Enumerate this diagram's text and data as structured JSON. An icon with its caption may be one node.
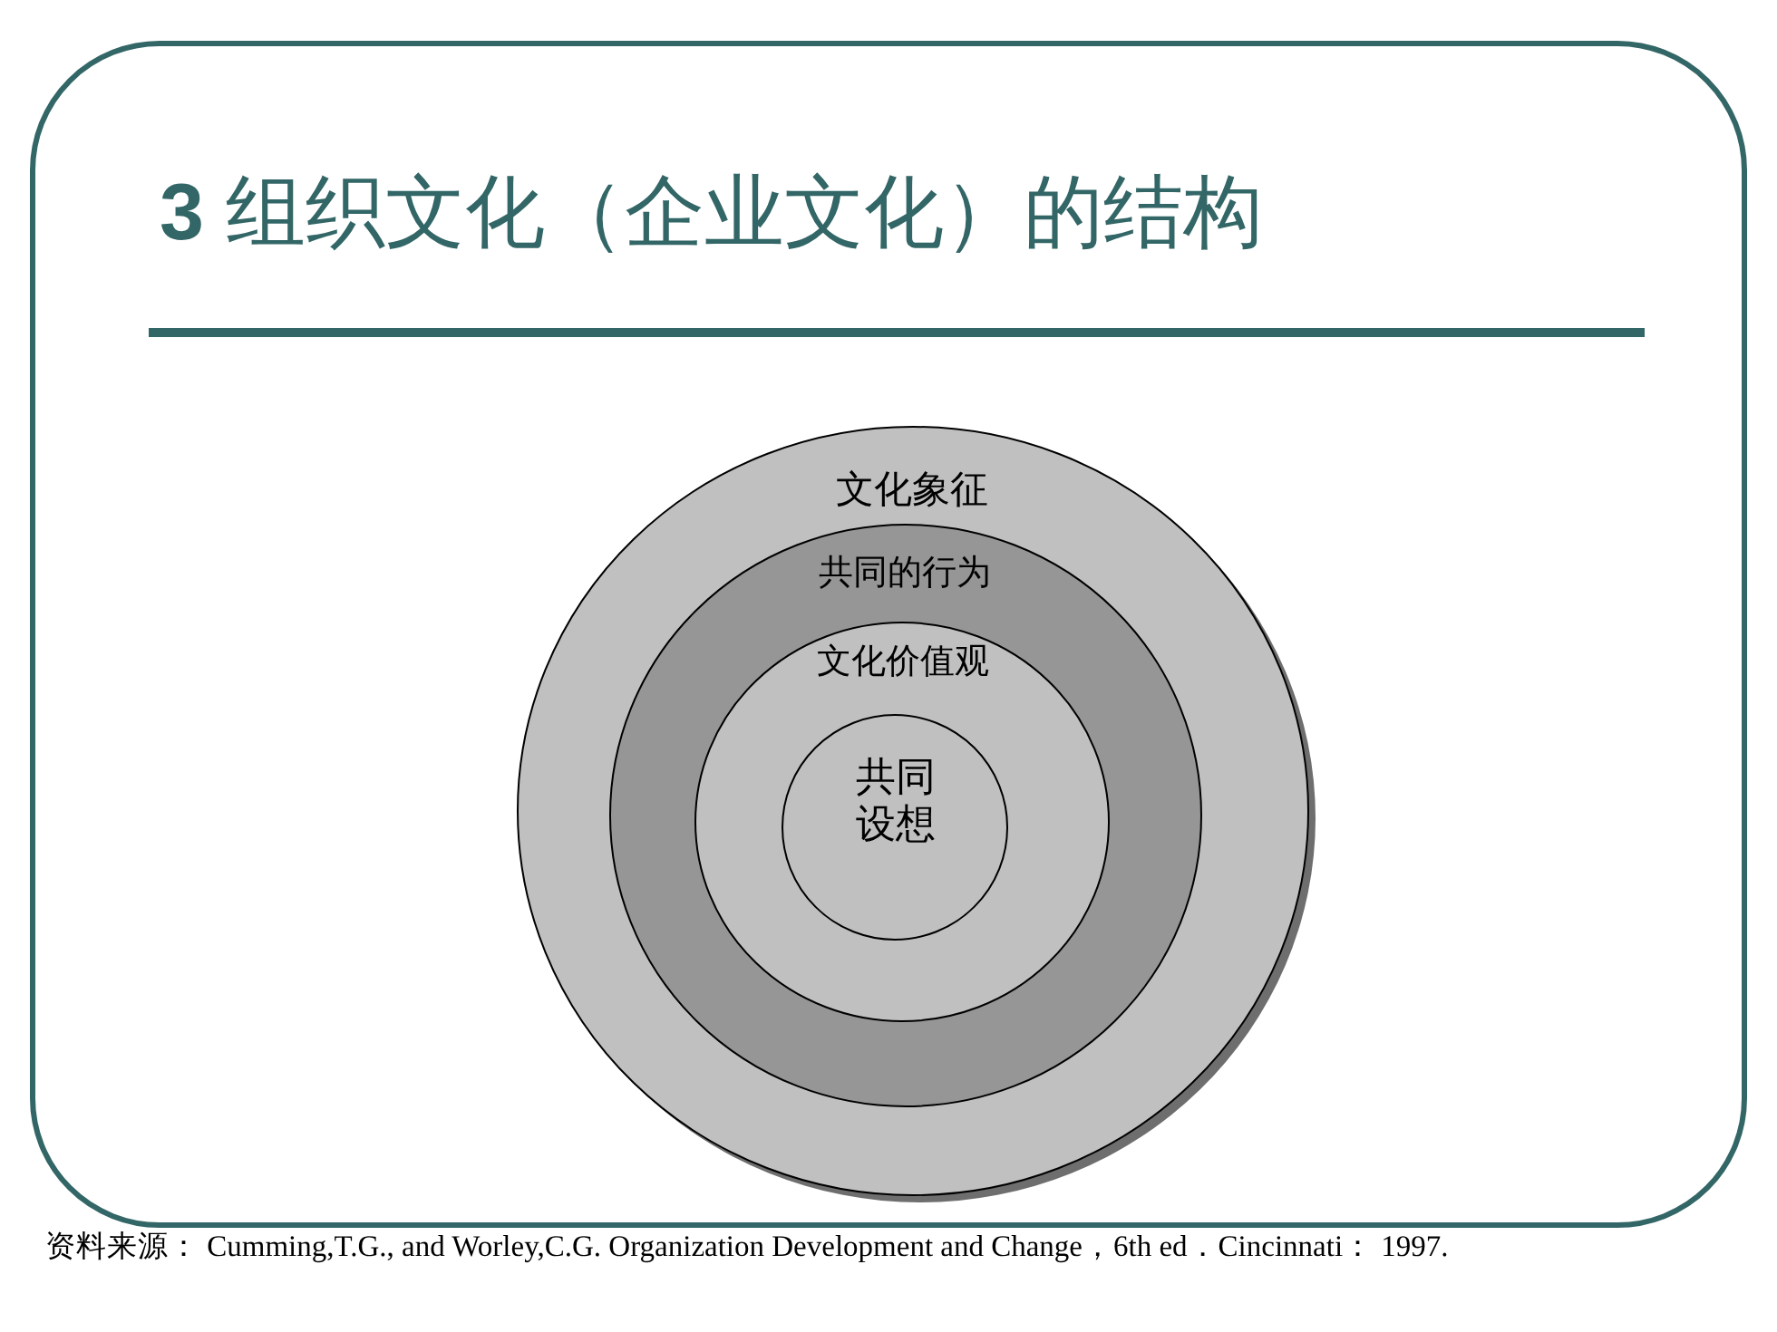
{
  "diagram": {
    "title": "**3** 组织文化（企业文化）的结构",
    "nodes": [
      {
        "text": [
          "文化象征"
        ]
      },
      {
        "text": [
          "共同的行为"
        ],
        "in": 0
      },
      {
        "text": [
          "文化价值观"
        ],
        "in": 1
      },
      {
        "text": [
          "共同设想"
        ],
        "in": 2
      }
    ],
    "caption": "资料来源： Cumming,T.G., and Worley,C.G. Organization Development and Change，6th ed．Cincinnati： 1997."
  }
}
